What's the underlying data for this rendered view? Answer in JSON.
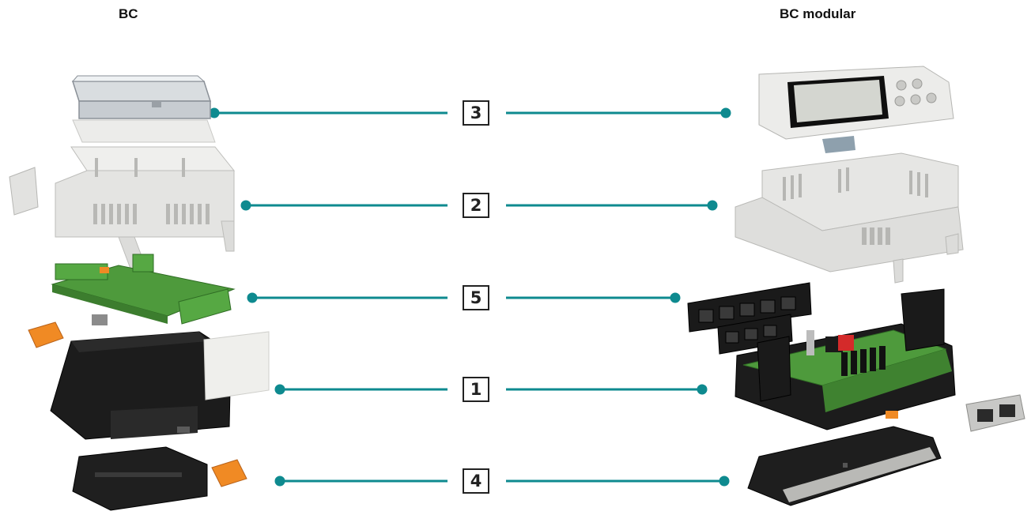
{
  "titles": {
    "left": "BC",
    "right": "BC modular"
  },
  "labels": [
    {
      "id": "3"
    },
    {
      "id": "2"
    },
    {
      "id": "5"
    },
    {
      "id": "1"
    },
    {
      "id": "4"
    }
  ],
  "colors": {
    "connector_line": "#0e8a8f",
    "pcb_green": "#4e9a3c",
    "housing_black": "#1c1c1c",
    "housing_light": "#e7e7e5",
    "orange_clip": "#f08a24"
  },
  "icons": [
    "component-3d-render"
  ]
}
